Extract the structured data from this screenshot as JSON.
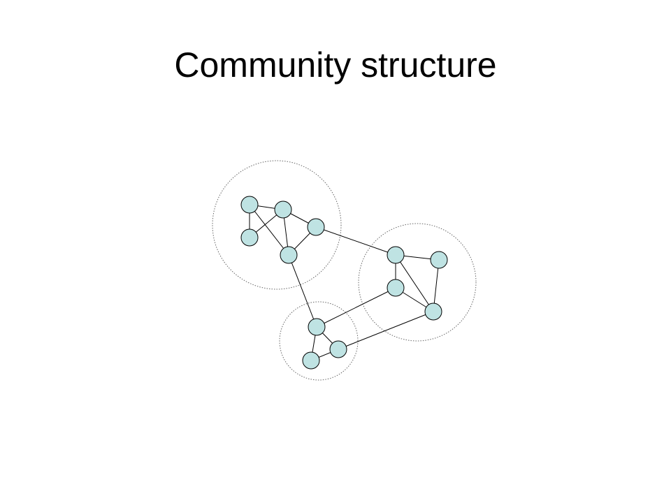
{
  "title": "Community structure",
  "colors": {
    "node_fill": "#bfe3e3",
    "node_stroke": "#000000",
    "edge": "#000000",
    "community_outline": "#666666"
  },
  "communities": [
    {
      "id": "community-1",
      "nodes": [
        "a1",
        "a2",
        "a3",
        "a4",
        "a5"
      ]
    },
    {
      "id": "community-2",
      "nodes": [
        "b1",
        "b2",
        "b3",
        "b4"
      ]
    },
    {
      "id": "community-3",
      "nodes": [
        "c1",
        "c2",
        "c3"
      ]
    }
  ],
  "nodes": [
    "a1",
    "a2",
    "a3",
    "a4",
    "a5",
    "b1",
    "b2",
    "b3",
    "b4",
    "c1",
    "c2",
    "c3"
  ],
  "edges": [
    [
      "a1",
      "a2"
    ],
    [
      "a1",
      "a3"
    ],
    [
      "a1",
      "a5"
    ],
    [
      "a2",
      "a3"
    ],
    [
      "a2",
      "a4"
    ],
    [
      "a2",
      "a5"
    ],
    [
      "a4",
      "a5"
    ],
    [
      "a4",
      "b1"
    ],
    [
      "a5",
      "c1"
    ],
    [
      "b1",
      "b2"
    ],
    [
      "b1",
      "b3"
    ],
    [
      "b1",
      "b4"
    ],
    [
      "b2",
      "b4"
    ],
    [
      "b3",
      "b4"
    ],
    [
      "b3",
      "c1"
    ],
    [
      "b4",
      "c2"
    ],
    [
      "c1",
      "c2"
    ],
    [
      "c1",
      "c3"
    ],
    [
      "c2",
      "c3"
    ]
  ]
}
